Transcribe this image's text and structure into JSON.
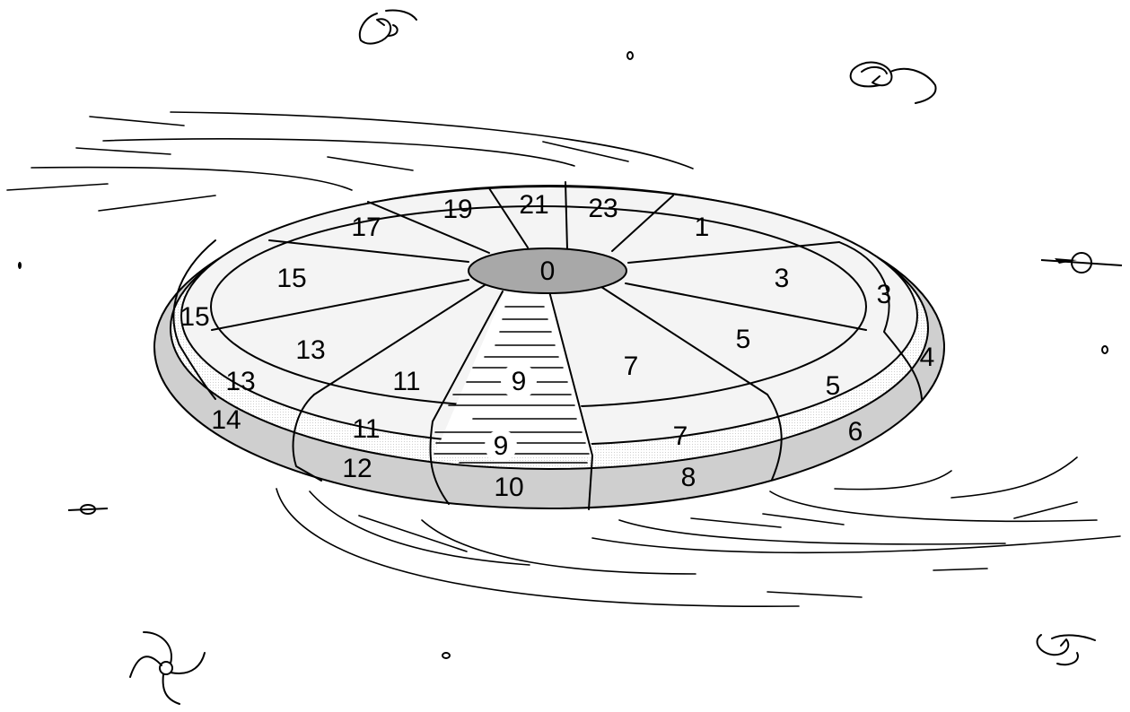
{
  "diagram": {
    "hub_label": "0",
    "top_ring": {
      "north": [
        "19",
        "21",
        "23"
      ],
      "left": [
        "17",
        "15",
        "13",
        "11"
      ],
      "right": [
        "1",
        "3",
        "5",
        "7"
      ],
      "center": "9"
    },
    "mid_ring": {
      "left": [
        "15",
        "13",
        "11"
      ],
      "right": [
        "3",
        "5",
        "7"
      ],
      "center": "9"
    },
    "bottom_ring": {
      "left": [
        "14",
        "12"
      ],
      "center": "10",
      "right": [
        "4",
        "6",
        "8"
      ]
    }
  },
  "colors": {
    "top_surface": "#f0f0f0",
    "side_surface": "#cfcfcf",
    "hub": "#a8a8a8",
    "ink": "#000000"
  }
}
